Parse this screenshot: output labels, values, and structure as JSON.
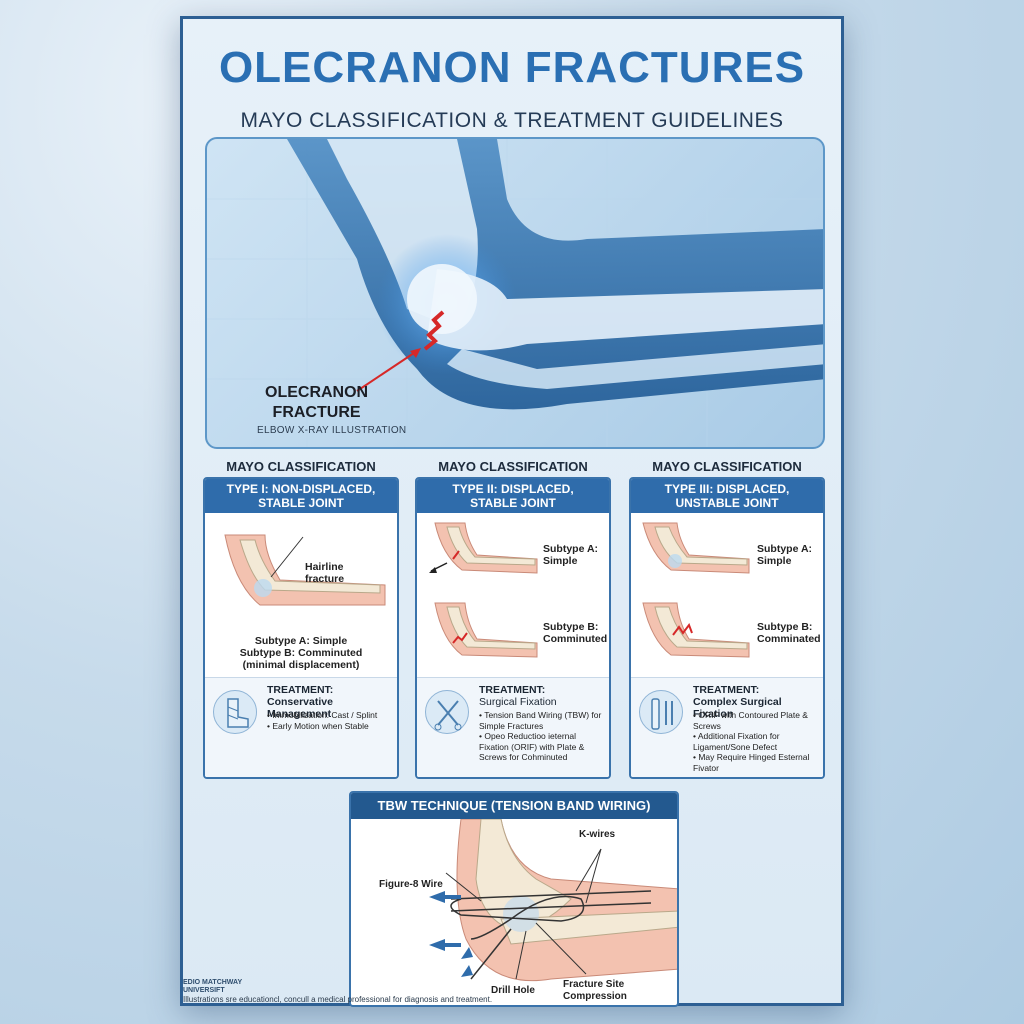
{
  "poster": {
    "title": "OLECRANON FRACTURES",
    "subtitle": "MAYO CLASSIFICATION & TREATMENT GUIDELINES"
  },
  "hero": {
    "label_line1": "OLECRANON",
    "label_line2": "FRACTURE",
    "caption": "ELBOW X-RAY ILLUSTRATION"
  },
  "columns": [
    {
      "heading": "MAYO CLASSIFICATION",
      "type_line1": "TYPE I: NON-DISPLACED,",
      "type_line2": "STABLE JOINT",
      "labels": [
        "Hairline",
        "fracture"
      ],
      "subtype_a": "Subtype A: Simple",
      "subtype_b": "Subtype B: Comminuted",
      "subtype_b_note": "(minimal displacement)",
      "treatment_label": "TREATMENT:",
      "treatment_name": "Conservative Management",
      "treatment_items": [
        "Immobilization: Cast / Splint",
        "Early Motion when Stable"
      ]
    },
    {
      "heading": "MAYO CLASSIFICATION",
      "type_line1": "TYPE II: DISPLACED,",
      "type_line2": "STABLE JOINT",
      "subtype_a_l1": "Subtype A:",
      "subtype_a_l2": "Simple",
      "subtype_b_l1": "Subtype B:",
      "subtype_b_l2": "Comminuted",
      "treatment_label": "TREATMENT:",
      "treatment_name": "Surgical Fixation",
      "treatment_items": [
        "Tension Band Wiring (TBW) for Simple Fractures",
        "Opeo Reductioo iеternal Fixation (ORIF) with Plate & Screws for Cohminuted"
      ]
    },
    {
      "heading": "MAYO CLASSIFICATION",
      "type_line1": "TYPE III: DISPLACED,",
      "type_line2": "UNSTABLE JOINT",
      "subtype_a_l1": "Subtype A:",
      "subtype_a_l2": "Simple",
      "subtype_b_l1": "Subtype B:",
      "subtype_b_l2": "Comminated",
      "treatment_label": "TREATMENT:",
      "treatment_name": "Complex Surgical Fixation",
      "treatment_items": [
        "ORIF with Contoured Plate & Screws",
        "Additional Fixation for Ligament/Sone Defect",
        "May Require Hinged Esternal Fivator"
      ]
    }
  ],
  "tbw": {
    "heading": "TBW TECHNIQUE (TENSION BAND WIRING)",
    "kwires": "K-wires",
    "figure8": "Figure-8 Wire",
    "drill": "Drill Hole",
    "fracture_l1": "Fracture Site",
    "fracture_l2": "Compression"
  },
  "university": {
    "line1": "EDIO MATCHWAY",
    "line2": "UNIVERSIFT"
  },
  "footer": "Illustrations sre educationcl, concull a medical professional for diagnosis and treatment.",
  "colors": {
    "title_blue": "#2a6fb3",
    "header_blue": "#2f6cab",
    "fracture_red": "#d62828"
  }
}
